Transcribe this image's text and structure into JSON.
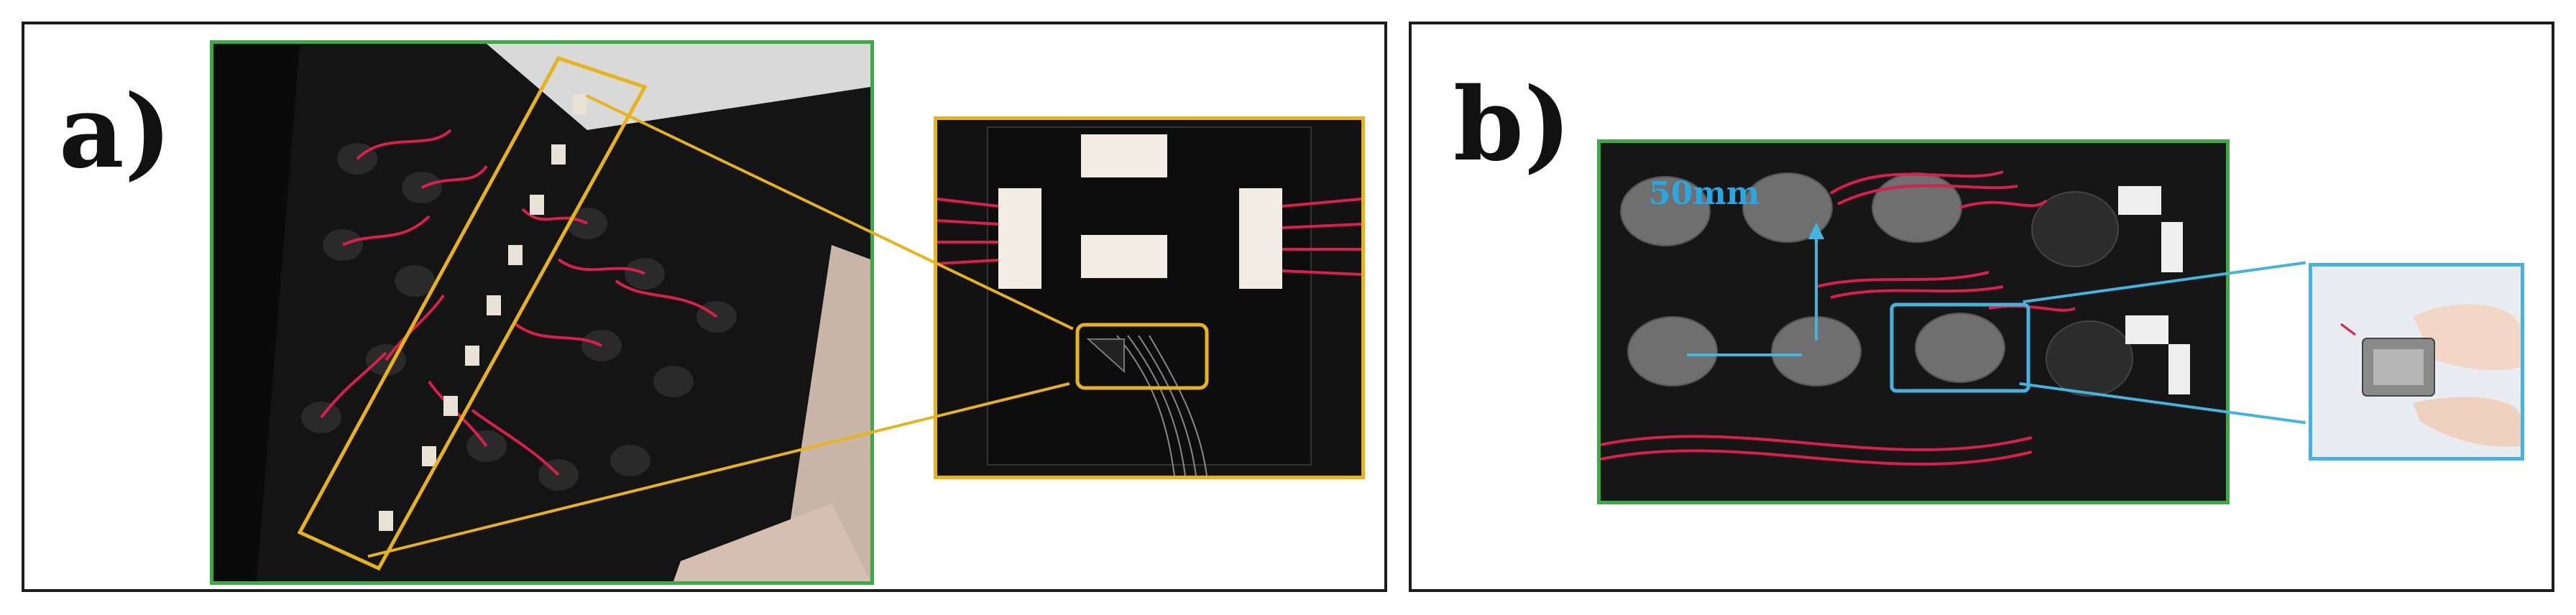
{
  "panels": [
    {
      "label": "a)"
    },
    {
      "label": "b)"
    }
  ],
  "measurement": {
    "label": "50mm"
  },
  "colors": {
    "panel_border": "#1c1c1c",
    "green_frame": "#3daa45",
    "yellow_frame": "#e8b21a",
    "blue_frame": "#45b3e0",
    "wire_red": "#d8204a",
    "measure_text": "#2ba6de"
  }
}
